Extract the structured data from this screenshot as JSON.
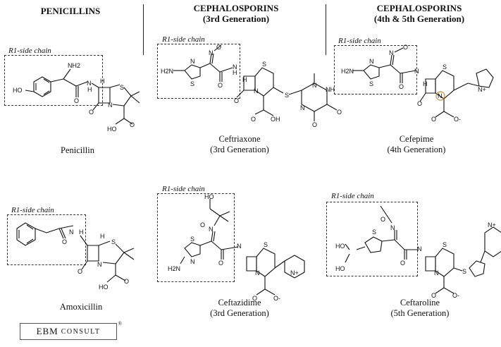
{
  "headers": {
    "penicillins": "PENICILLINS",
    "ceph_3rd_title": "CEPHALOSPORINS",
    "ceph_3rd_sub": "(3rd Generation)",
    "ceph_45_title": "CEPHALOSPORINS",
    "ceph_45_sub": "(4th & 5th Generation)"
  },
  "side_chain_label": "R1-side chain",
  "molecules": [
    {
      "name": "Penicillin",
      "generation": ""
    },
    {
      "name": "Ceftriaxone",
      "generation": "(3rd Generation)"
    },
    {
      "name": "Cefepime",
      "generation": "(4th Generation)"
    },
    {
      "name": "Amoxicillin",
      "generation": ""
    },
    {
      "name": "Ceftazidime",
      "generation": "(3rd Generation)"
    },
    {
      "name": "Ceftaroline",
      "generation": "(5th Generation)"
    }
  ],
  "atoms": {
    "HO": "HO",
    "NH2": "NH2",
    "N": "N",
    "H": "H",
    "S": "S",
    "O": "O",
    "OH": "OH",
    "H2N": "H2N",
    "NH": "NH",
    "O-": "O-",
    "NPlus": "N+"
  },
  "logo": {
    "main": "EBM",
    "sub": "CONSULT",
    "mark": "®"
  }
}
